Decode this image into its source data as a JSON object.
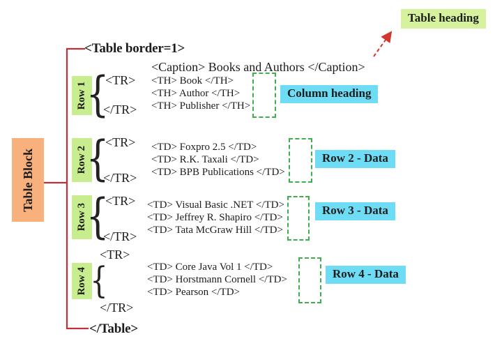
{
  "colors": {
    "line_red": "#c0303a",
    "arrow_red": "#d1372f",
    "box_orange": "#f8b07d",
    "box_green": "#c8ed8e",
    "heading_green": "#d6f29c",
    "box_cyan": "#6edcf4",
    "dashed_green": "#3fae4d",
    "text": "#1c1c1c"
  },
  "table_block_label": "Table Block",
  "table_heading_label": "Table heading",
  "table_open_tag": "<Table border=1>",
  "table_close_tag": "</Table>",
  "caption_line": "<Caption> Books and Authors </Caption>",
  "brace_glyph": "{",
  "rows": [
    {
      "label": "Row 1",
      "tr_open": "<TR>",
      "tr_close": "</TR>",
      "lines": [
        "<TH> Book </TH>",
        "<TH> Author </TH>",
        "<TH> Publisher </TH>"
      ],
      "annotation": "Column heading"
    },
    {
      "label": "Row 2",
      "tr_open": "<TR>",
      "tr_close": "</TR>",
      "lines": [
        "<TD> Foxpro 2.5 </TD>",
        "<TD> R.K. Taxali </TD>",
        "<TD> BPB Publications </TD>"
      ],
      "annotation": "Row 2 - Data"
    },
    {
      "label": "Row 3",
      "tr_open": "<TR>",
      "tr_close": "</TR>",
      "lines": [
        "<TD> Visual Basic .NET </TD>",
        "<TD> Jeffrey R. Shapiro </TD>",
        "<TD> Tata McGraw Hill </TD>"
      ],
      "annotation": "Row 3 - Data"
    },
    {
      "label": "Row 4",
      "tr_open": "<TR>",
      "tr_close": "</TR>",
      "lines": [
        "<TD> Core Java Vol 1 </TD>",
        "<TD> Horstmann Cornell </TD>",
        "<TD> Pearson </TD>"
      ],
      "annotation": "Row 4 - Data"
    }
  ]
}
